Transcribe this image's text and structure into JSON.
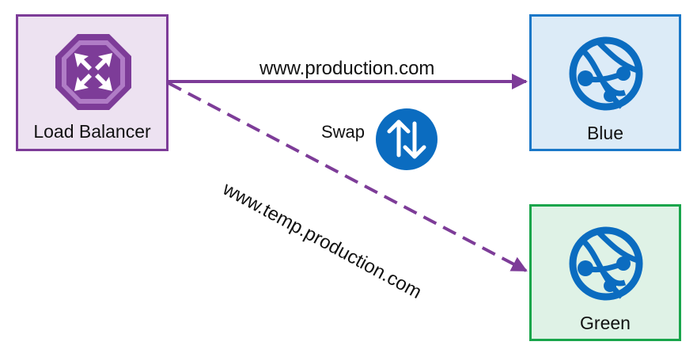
{
  "nodes": {
    "load_balancer": {
      "label": "Load Balancer",
      "icon": "load-balancer-icon"
    },
    "blue": {
      "label": "Blue",
      "icon": "web-app-globe-icon"
    },
    "green": {
      "label": "Green",
      "icon": "web-app-globe-icon"
    }
  },
  "edges": {
    "production": {
      "label": "www.production.com",
      "style": "solid"
    },
    "temp_production": {
      "label": "www.temp.production.com",
      "style": "dashed"
    }
  },
  "swap": {
    "label": "Swap",
    "icon": "swap-arrows-icon"
  },
  "colors": {
    "purple": "#7d3c98",
    "blue": "#1a78c8",
    "green": "#19a54b",
    "icon_blue": "#0b6cc0"
  }
}
